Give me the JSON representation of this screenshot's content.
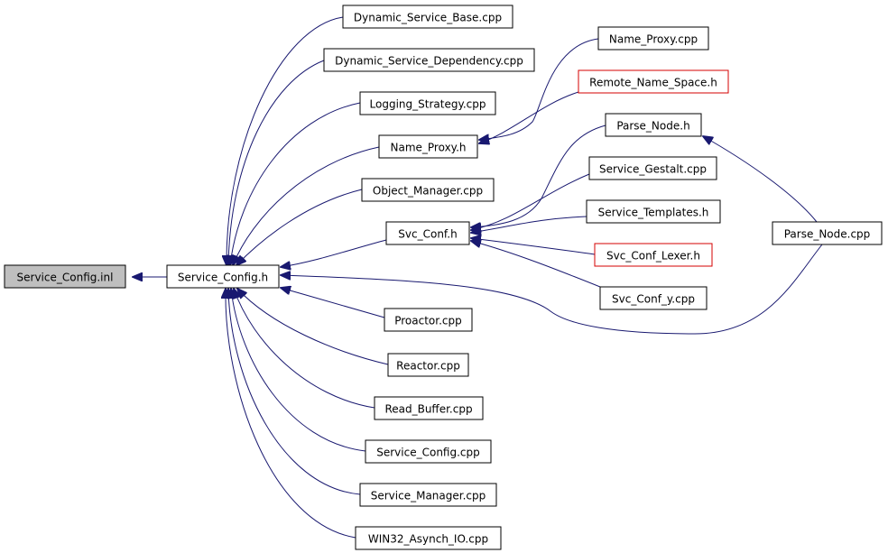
{
  "diagram": {
    "nodes": [
      {
        "id": "service_config_inl",
        "label": "Service_Config.inl",
        "style": "root"
      },
      {
        "id": "service_config_h",
        "label": "Service_Config.h",
        "style": "normal"
      },
      {
        "id": "dynamic_service_base_cpp",
        "label": "Dynamic_Service_Base.cpp",
        "style": "normal"
      },
      {
        "id": "dynamic_service_dependency_cpp",
        "label": "Dynamic_Service_Dependency.cpp",
        "style": "normal"
      },
      {
        "id": "logging_strategy_cpp",
        "label": "Logging_Strategy.cpp",
        "style": "normal"
      },
      {
        "id": "name_proxy_h",
        "label": "Name_Proxy.h",
        "style": "normal"
      },
      {
        "id": "object_manager_cpp",
        "label": "Object_Manager.cpp",
        "style": "normal"
      },
      {
        "id": "svc_conf_h",
        "label": "Svc_Conf.h",
        "style": "normal"
      },
      {
        "id": "proactor_cpp",
        "label": "Proactor.cpp",
        "style": "normal"
      },
      {
        "id": "reactor_cpp",
        "label": "Reactor.cpp",
        "style": "normal"
      },
      {
        "id": "read_buffer_cpp",
        "label": "Read_Buffer.cpp",
        "style": "normal"
      },
      {
        "id": "service_config_cpp",
        "label": "Service_Config.cpp",
        "style": "normal"
      },
      {
        "id": "service_manager_cpp",
        "label": "Service_Manager.cpp",
        "style": "normal"
      },
      {
        "id": "win32_asynch_io_cpp",
        "label": "WIN32_Asynch_IO.cpp",
        "style": "normal"
      },
      {
        "id": "name_proxy_cpp",
        "label": "Name_Proxy.cpp",
        "style": "normal"
      },
      {
        "id": "remote_name_space_h",
        "label": "Remote_Name_Space.h",
        "style": "external"
      },
      {
        "id": "parse_node_h",
        "label": "Parse_Node.h",
        "style": "normal"
      },
      {
        "id": "service_gestalt_cpp",
        "label": "Service_Gestalt.cpp",
        "style": "normal"
      },
      {
        "id": "service_templates_h",
        "label": "Service_Templates.h",
        "style": "normal"
      },
      {
        "id": "svc_conf_lexer_h",
        "label": "Svc_Conf_Lexer.h",
        "style": "external"
      },
      {
        "id": "svc_conf_y_cpp",
        "label": "Svc_Conf_y.cpp",
        "style": "normal"
      },
      {
        "id": "parse_node_cpp",
        "label": "Parse_Node.cpp",
        "style": "normal"
      }
    ],
    "edges": [
      {
        "from": "service_config_h",
        "to": "service_config_inl"
      },
      {
        "from": "dynamic_service_base_cpp",
        "to": "service_config_h"
      },
      {
        "from": "dynamic_service_dependency_cpp",
        "to": "service_config_h"
      },
      {
        "from": "logging_strategy_cpp",
        "to": "service_config_h"
      },
      {
        "from": "name_proxy_h",
        "to": "service_config_h"
      },
      {
        "from": "object_manager_cpp",
        "to": "service_config_h"
      },
      {
        "from": "svc_conf_h",
        "to": "service_config_h"
      },
      {
        "from": "parse_node_cpp",
        "to": "service_config_h"
      },
      {
        "from": "proactor_cpp",
        "to": "service_config_h"
      },
      {
        "from": "reactor_cpp",
        "to": "service_config_h"
      },
      {
        "from": "read_buffer_cpp",
        "to": "service_config_h"
      },
      {
        "from": "service_config_cpp",
        "to": "service_config_h"
      },
      {
        "from": "service_manager_cpp",
        "to": "service_config_h"
      },
      {
        "from": "win32_asynch_io_cpp",
        "to": "service_config_h"
      },
      {
        "from": "name_proxy_cpp",
        "to": "name_proxy_h"
      },
      {
        "from": "remote_name_space_h",
        "to": "name_proxy_h"
      },
      {
        "from": "parse_node_h",
        "to": "svc_conf_h"
      },
      {
        "from": "service_gestalt_cpp",
        "to": "svc_conf_h"
      },
      {
        "from": "service_templates_h",
        "to": "svc_conf_h"
      },
      {
        "from": "svc_conf_lexer_h",
        "to": "svc_conf_h"
      },
      {
        "from": "svc_conf_y_cpp",
        "to": "svc_conf_h"
      },
      {
        "from": "parse_node_cpp",
        "to": "parse_node_h"
      }
    ],
    "colors": {
      "edge": "#191970",
      "node_border": "#000000",
      "external_border": "#d40000",
      "root_fill": "#bfbfbf",
      "background": "#ffffff"
    }
  }
}
